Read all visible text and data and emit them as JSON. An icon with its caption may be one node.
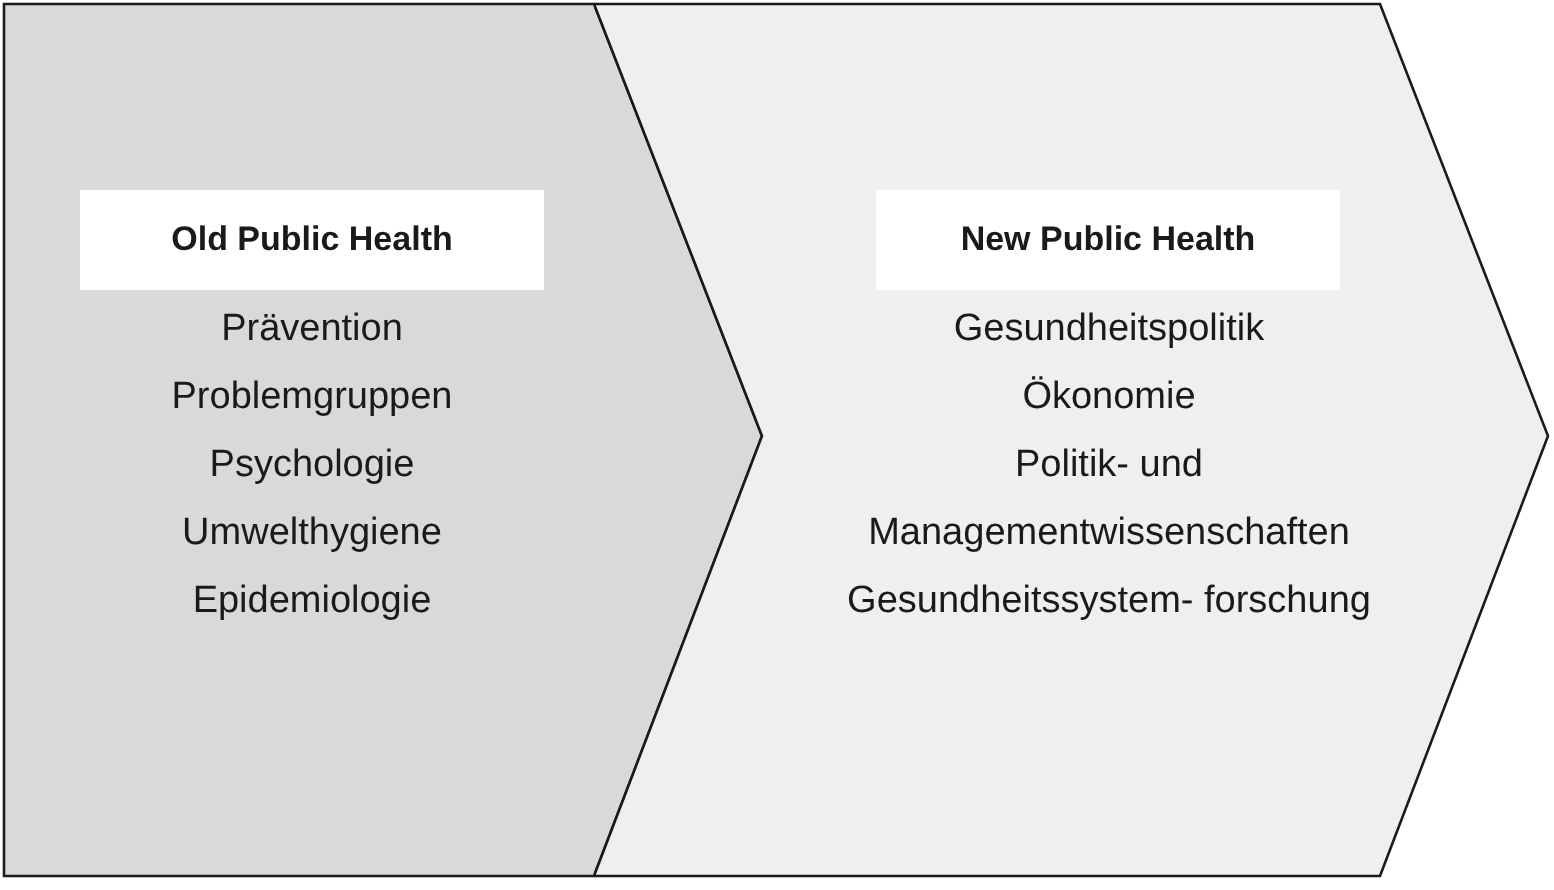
{
  "diagram": {
    "nodes": [
      {
        "text": [
          "Prävention",
          "Problemgruppen",
          "Psychologie",
          "Umwelthygiene",
          "Epidemiologie"
        ]
      },
      {
        "text": [
          "Old Public Health"
        ],
        "in": 0
      },
      {
        "text": [
          "Gesundheitspolitik",
          "Ökonomie",
          "Politik- und Managementwissenschaften",
          "Gesundheitssystem- forschung"
        ]
      },
      {
        "text": [
          "New Public Health"
        ],
        "in": 2
      }
    ],
    "edges": []
  }
}
